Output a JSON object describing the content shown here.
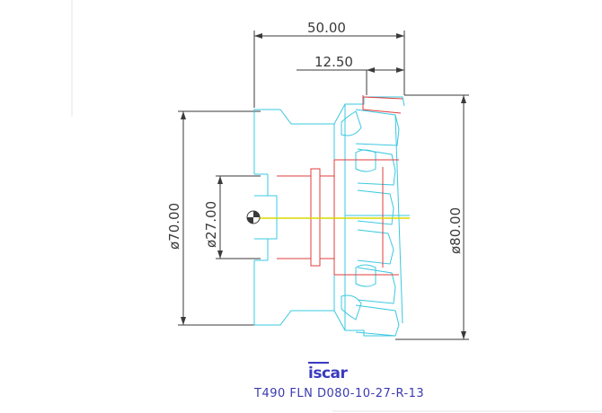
{
  "dimensions": {
    "overall_length": "50.00",
    "insert_offset": "12.50",
    "shank_diameter": "ø70.00",
    "bore_diameter": "ø27.00",
    "cutting_diameter": "ø80.00"
  },
  "brand": {
    "logo_text": "iscar"
  },
  "caption": "T490 FLN D080-10-27-R-13",
  "colors": {
    "dimension": "#3a3a3a",
    "body_outline": "#3ac8e0",
    "hidden_red": "#e03c3c",
    "centerline": "#d8d800",
    "logo_blue": "#3a3ac0"
  }
}
